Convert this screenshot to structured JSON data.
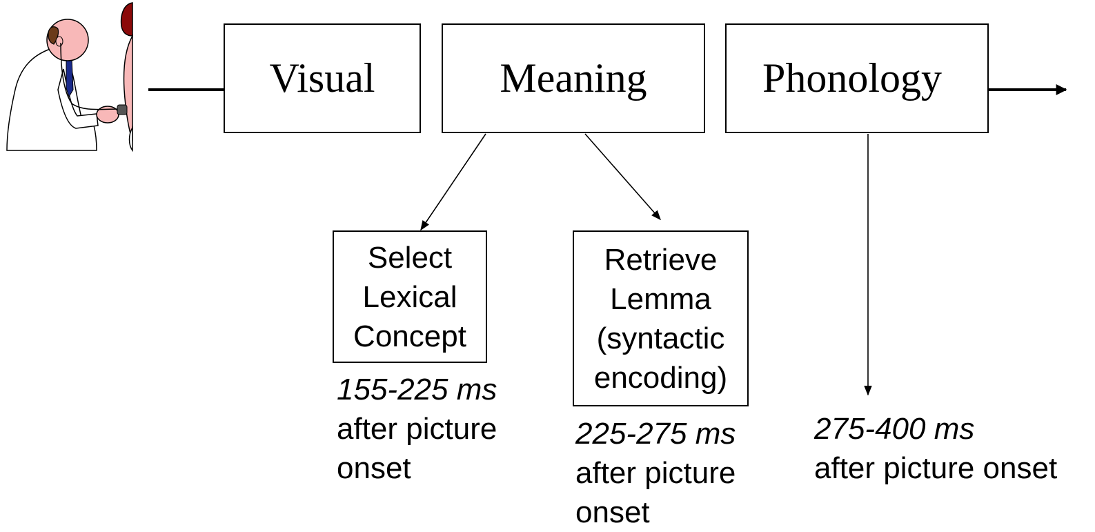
{
  "stages": {
    "visual": "Visual",
    "meaning": "Meaning",
    "phonology": "Phonology"
  },
  "subprocesses": {
    "select_lexical_concept": [
      "Select",
      "Lexical",
      "Concept"
    ],
    "retrieve_lemma": [
      "Retrieve",
      "Lemma",
      "(syntactic",
      "encoding)"
    ]
  },
  "timings": {
    "select": {
      "range": "155-225 ms",
      "lines": [
        "after picture",
        "onset"
      ]
    },
    "lemma": {
      "range": "225-275 ms",
      "lines": [
        "after picture",
        "onset"
      ]
    },
    "phonology": {
      "range": "275-400 ms",
      "lines": [
        "after picture onset"
      ]
    }
  },
  "icons": {
    "doctor": "doctor-with-stethoscope-icon",
    "patient": "patient-icon"
  },
  "colors": {
    "line": "#000000",
    "skin": "#f8b8b8",
    "hair_dark": "#6b3a1a",
    "hair_red": "#8b0a0a",
    "tie": "#1a2a8a"
  }
}
